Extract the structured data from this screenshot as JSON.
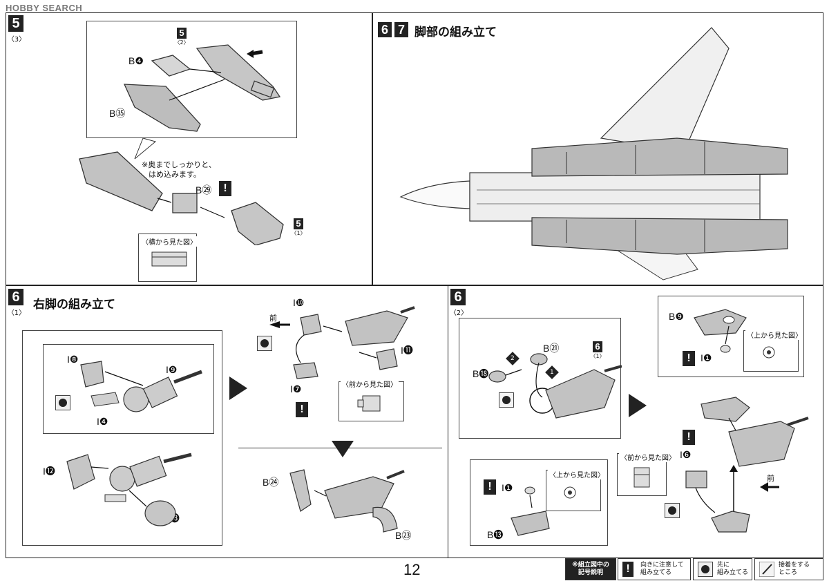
{
  "watermark": "HOBBY SEARCH",
  "page_number": "12",
  "step5": {
    "number": "5",
    "sub": "〈3〉",
    "ref_number": "5",
    "ref_sub": "〈2〉",
    "parts": [
      "B❹",
      "B㉟",
      "B㉙"
    ],
    "note_line1": "※奥までしっかりと、",
    "note_line2": "はめ込みます。",
    "inset_title": "〈横から見た図〉",
    "ref2_number": "5",
    "ref2_sub": "〈1〉"
  },
  "step67": {
    "num_a": "6",
    "num_b": "7",
    "title": "脚部の組み立て"
  },
  "step6_1": {
    "number": "6",
    "sub": "〈1〉",
    "title": "右脚の組み立て",
    "parts_left": [
      "I❽",
      "I❾",
      "I❹",
      "I⓬",
      "I⓭"
    ],
    "parts_right": [
      "I❿",
      "I⓫",
      "I❼"
    ],
    "front_label": "前",
    "inset_title": "〈前から見た図〉",
    "parts_lower": [
      "B㉔",
      "B㉓"
    ]
  },
  "step6_2": {
    "number": "6",
    "sub": "〈2〉",
    "parts": [
      "B㉑",
      "B⓲",
      "I❶",
      "I❻",
      "B❾",
      "B⓭"
    ],
    "ref_number": "6",
    "ref_sub": "〈1〉",
    "order1": "1",
    "order2": "2",
    "inset_top_title": "〈上から見た図〉",
    "inset_front_title": "〈前から見た図〉",
    "inset_top2_title": "〈上から見た図〉",
    "front_label": "前"
  },
  "legend": {
    "title_line1": "※組立図中の",
    "title_line2": "記号説明",
    "item1_line1": "向きに注意して",
    "item1_line2": "組み立てる",
    "item2_line1": "先に",
    "item2_line2": "組み立てる",
    "item3_line1": "接着をする",
    "item3_line2": "ところ"
  }
}
